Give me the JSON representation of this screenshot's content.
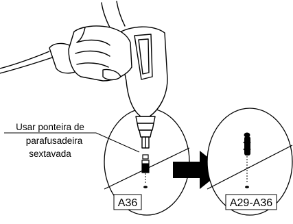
{
  "callout": {
    "line1": "Usar ponteira de",
    "line2": "parafusadeira",
    "line3": "sextavada"
  },
  "left_detail": {
    "label": "A36"
  },
  "right_detail": {
    "label": "A29-A36"
  },
  "colors": {
    "ink": "#000000",
    "paper": "#ffffff"
  },
  "icons": [
    "drill-icon",
    "hand-icon",
    "arrow-right-icon",
    "hex-bit-icon",
    "screw-icon"
  ]
}
